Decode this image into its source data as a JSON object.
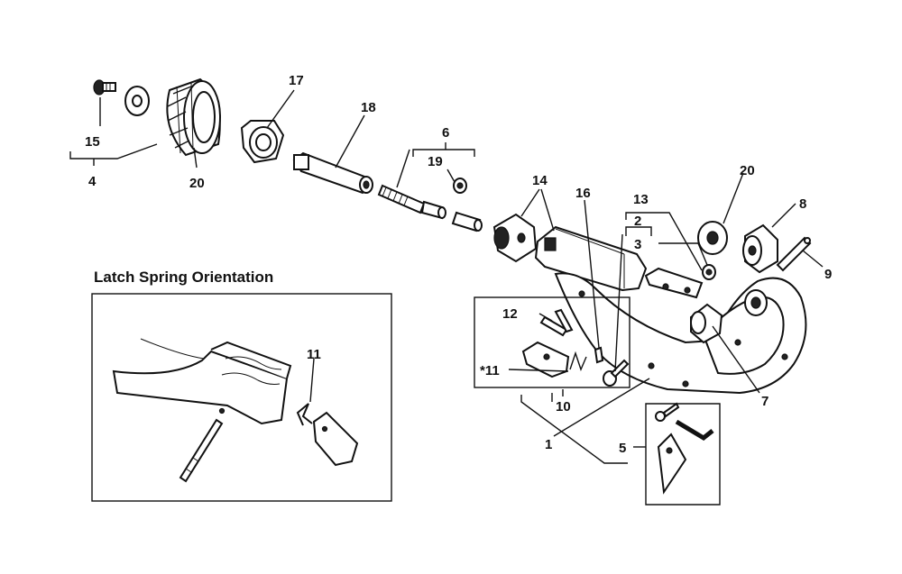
{
  "inset_title": "Latch Spring Orientation",
  "callouts": {
    "c15": "15",
    "c4": "4",
    "c20a": "20",
    "c17": "17",
    "c18": "18",
    "c6": "6",
    "c19": "19",
    "c14": "14",
    "c16": "16",
    "c13": "13",
    "c2": "2",
    "c3": "3",
    "c20b": "20",
    "c8": "8",
    "c9": "9",
    "c12": "12",
    "c11a": "*11",
    "c10": "10",
    "c1": "1",
    "c7": "7",
    "c5": "5",
    "c11b": "11"
  }
}
